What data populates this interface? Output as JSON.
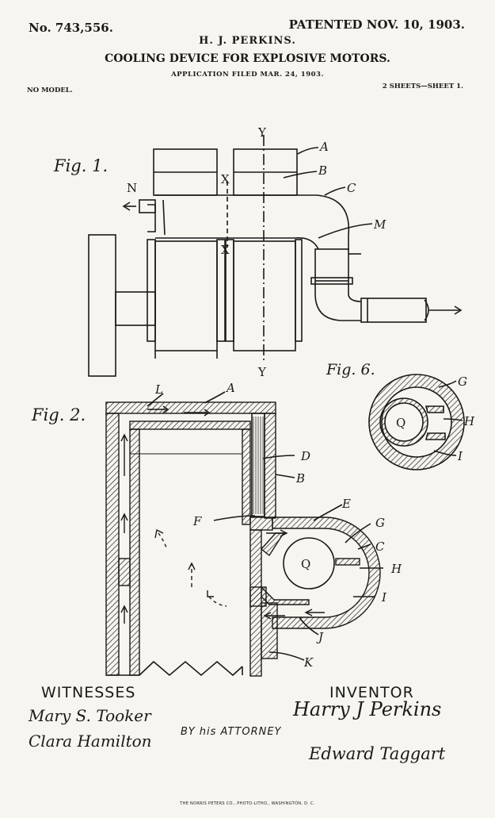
{
  "header": {
    "patent_no": "No. 743,556.",
    "patented": "PATENTED NOV. 10, 1903.",
    "inventor": "H. J. PERKINS.",
    "title": "COOLING DEVICE FOR EXPLOSIVE MOTORS.",
    "application": "APPLICATION FILED MAR. 24, 1903.",
    "model": "NO MODEL.",
    "sheets": "2 SHEETS—SHEET 1."
  },
  "figures": {
    "fig1": "Fig. 1.",
    "fig2": "Fig. 2.",
    "fig6": "Fig. 6."
  },
  "letters": {
    "Y": "Y",
    "A": "A",
    "B": "B",
    "C": "C",
    "X": "X",
    "N": "N",
    "M": "M",
    "L": "L",
    "D": "D",
    "E": "E",
    "F": "F",
    "G": "G",
    "H": "H",
    "I": "I",
    "J": "J",
    "K": "K",
    "Q": "Q"
  },
  "footer": {
    "witnesses_label": "WITNESSES",
    "witness_1": "Mary S. Tooker",
    "witness_2": "Clara Hamilton",
    "attorney_label": "BY his ATTORNEY",
    "inventor_label": "INVENTOR",
    "inventor_signature": "Harry J Perkins",
    "attorney_signature": "Edward Taggart",
    "printer": "THE NORRIS PETERS CO., PHOTO-LITHO., WASHINGTON, D. C."
  }
}
